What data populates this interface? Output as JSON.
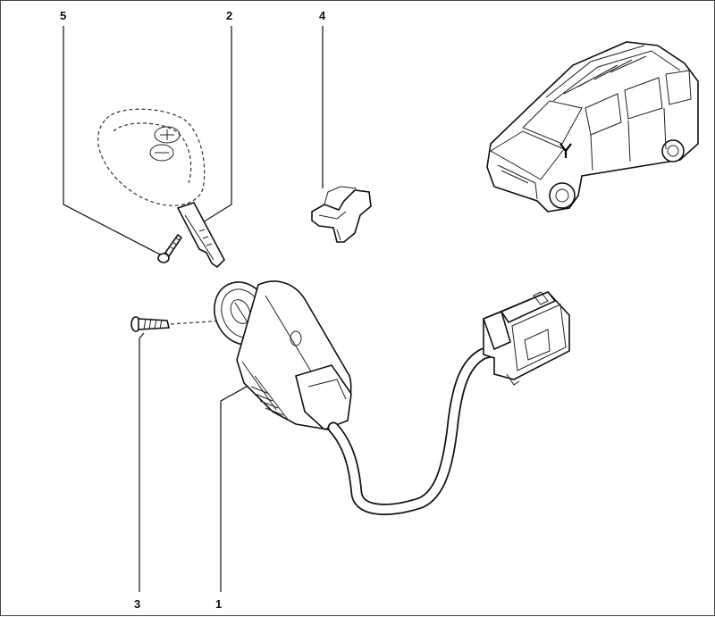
{
  "callouts": [
    {
      "id": "5",
      "label": "5"
    },
    {
      "id": "2",
      "label": "2"
    },
    {
      "id": "4",
      "label": "4"
    },
    {
      "id": "3",
      "label": "3"
    },
    {
      "id": "1",
      "label": "1"
    }
  ],
  "colors": {
    "line": "#111111",
    "background": "#ffffff"
  }
}
